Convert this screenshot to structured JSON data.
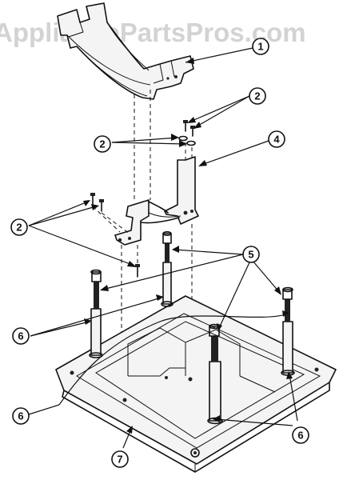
{
  "watermark": "AppliancePartsPros.com",
  "callouts": {
    "c1": "1",
    "c2a": "2",
    "c2b": "2",
    "c2c": "2",
    "c4": "4",
    "c5": "5",
    "c6a": "6",
    "c6b": "6",
    "c6c": "6",
    "c7": "7"
  }
}
